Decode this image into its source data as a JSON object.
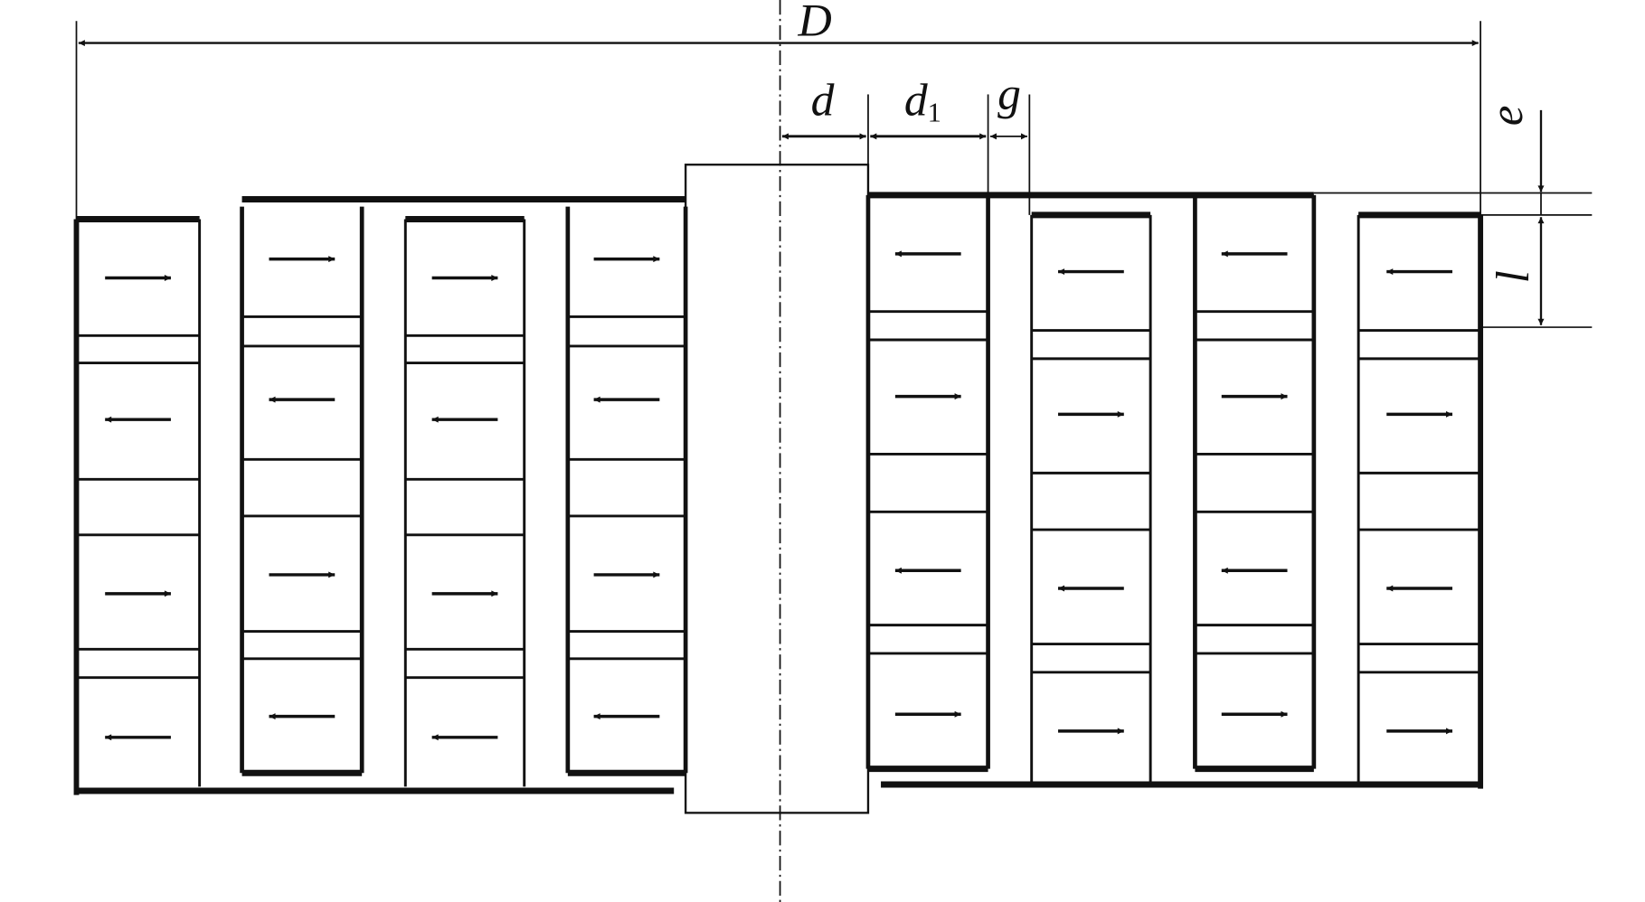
{
  "labels": {
    "outer_diameter": "D",
    "shaft_width": "d",
    "magnet_width": "d",
    "magnet_width_sub": "1",
    "gap": "g",
    "back_iron": "e",
    "magnet_length": "l"
  },
  "columns": [
    {
      "side": "left",
      "arrows": [
        "right",
        "left",
        "right",
        "left"
      ]
    },
    {
      "side": "left",
      "arrows": [
        "right",
        "left",
        "right",
        "left"
      ]
    },
    {
      "side": "left",
      "arrows": [
        "right",
        "left",
        "right",
        "left"
      ]
    },
    {
      "side": "left",
      "arrows": [
        "right",
        "left",
        "right",
        "left"
      ]
    },
    {
      "side": "right",
      "arrows": [
        "left",
        "right",
        "left",
        "right"
      ]
    },
    {
      "side": "right",
      "arrows": [
        "left",
        "right",
        "left",
        "right"
      ]
    },
    {
      "side": "right",
      "arrows": [
        "left",
        "right",
        "left",
        "right"
      ]
    },
    {
      "side": "right",
      "arrows": [
        "left",
        "right",
        "left",
        "right"
      ]
    }
  ],
  "colors": {
    "ink": "#111111",
    "background": "#ffffff"
  }
}
